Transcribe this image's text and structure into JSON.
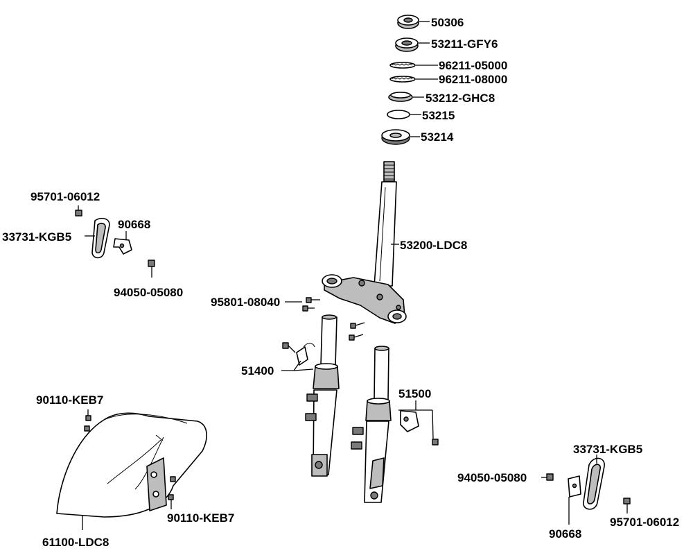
{
  "labels": {
    "p50306": "50306",
    "p53211": "53211-GFY6",
    "p96211a": "96211-05000",
    "p96211b": "96211-08000",
    "p53212": "53212-GHC8",
    "p53215": "53215",
    "p53214": "53214",
    "p53200": "53200-LDC8",
    "p95801": "95801-08040",
    "p51400": "51400",
    "p51500": "51500",
    "p95701_left": "95701-06012",
    "p33731_left": "33731-KGB5",
    "p90668_left": "90668",
    "p94050_left": "94050-05080",
    "p90110_top": "90110-KEB7",
    "p90110_bottom": "90110-KEB7",
    "p61100": "61100-LDC8",
    "p33731_right": "33731-KGB5",
    "p94050_right": "94050-05080",
    "p90668_right": "90668",
    "p95701_right": "95701-06012"
  }
}
